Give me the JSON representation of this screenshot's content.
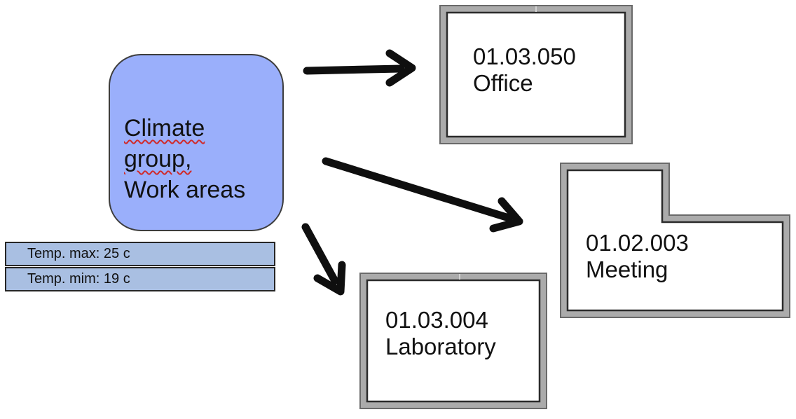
{
  "climate_node": {
    "lines": [
      {
        "text": "Climate",
        "misspelled": true
      },
      {
        "text": "group,",
        "misspelled": true
      },
      {
        "text": "Work areas",
        "misspelled": false
      }
    ]
  },
  "temperature_table": {
    "rows": [
      {
        "label": "Temp. max: 25 c"
      },
      {
        "label": "Temp. mim: 19 c"
      }
    ]
  },
  "rooms": [
    {
      "id": "01.03.050",
      "name": "Office",
      "shape": "rectangle"
    },
    {
      "id": "01.02.003",
      "name": "Meeting",
      "shape": "l-shape"
    },
    {
      "id": "01.03.004",
      "name": "Laboratory",
      "shape": "rectangle"
    }
  ],
  "colors": {
    "node_fill": "#9aaffb",
    "node_border": "#3d3d3d",
    "table_fill": "#a9bfe2",
    "table_border": "#262626",
    "frame_gray": "#ababab",
    "frame_outer": "#6a6a6a",
    "frame_inner": "#2b2b2b",
    "arrow": "#0f0f0f",
    "misspell": "#d02a2a"
  }
}
